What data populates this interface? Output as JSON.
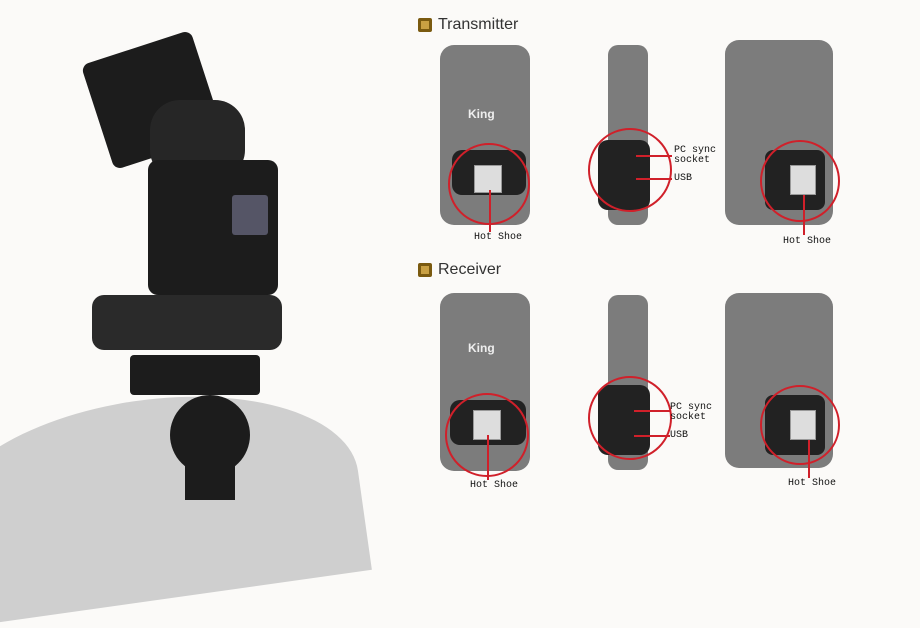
{
  "sections": [
    {
      "title": "Transmitter",
      "device_brand": "King",
      "labels": {
        "hot_shoe_front": "Hot Shoe",
        "pc_sync": "PC sync socket",
        "usb": "USB",
        "hot_shoe_back": "Hot Shoe"
      }
    },
    {
      "title": "Receiver",
      "device_brand": "King",
      "labels": {
        "hot_shoe_front": "Hot Shoe",
        "pc_sync": "PC sync socket",
        "usb": "USB",
        "hot_shoe_back": "Hot Shoe"
      }
    }
  ],
  "colors": {
    "callout": "#d0202a",
    "heading_icon": "#c9a043"
  }
}
